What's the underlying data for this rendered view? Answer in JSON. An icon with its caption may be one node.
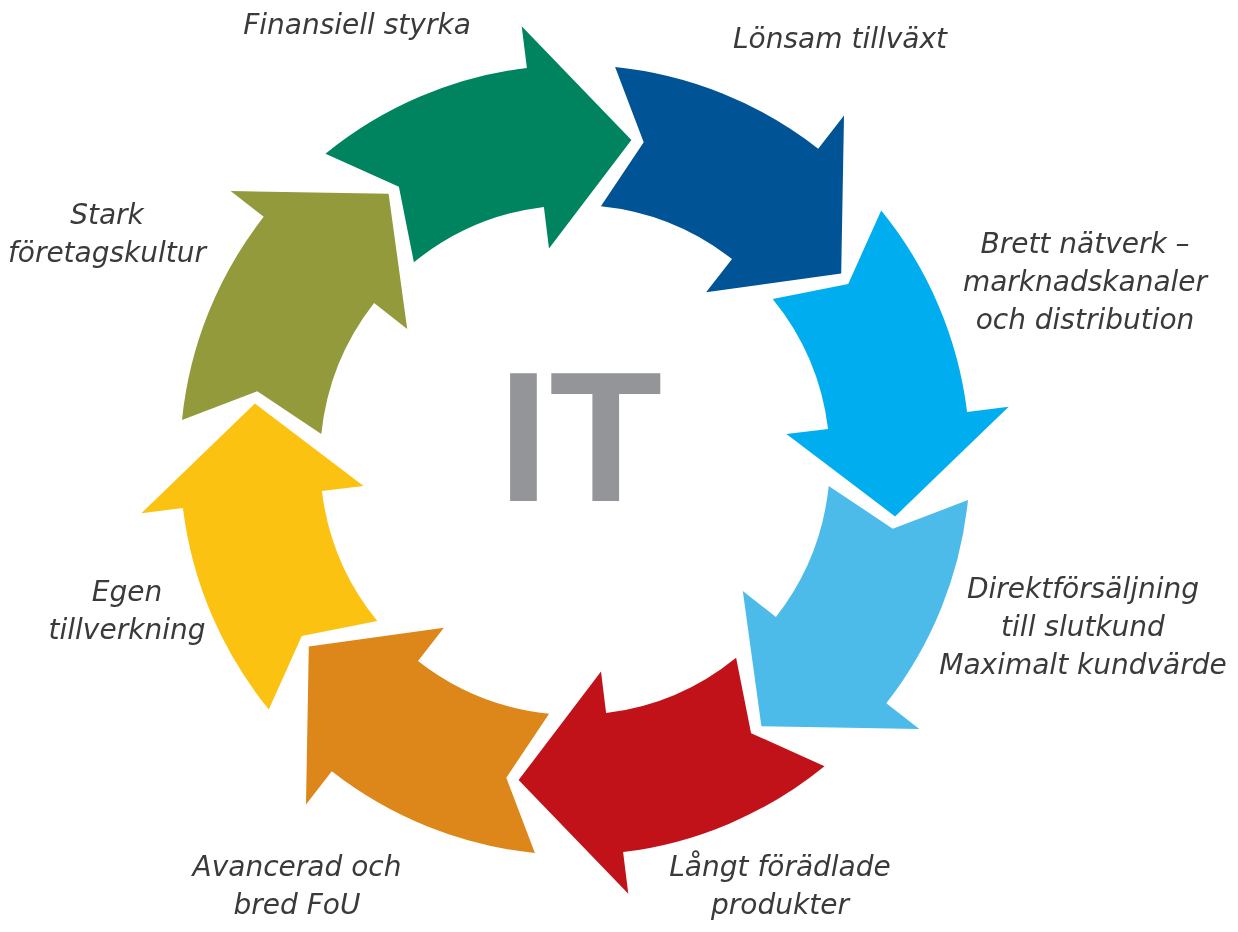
{
  "diagram": {
    "nodes": [
      {
        "text": [
          "Finansiell styrka"
        ]
      },
      {
        "text": [
          "Lönsam tillväxt"
        ]
      },
      {
        "text": [
          "Brett nätverk – marknadskanaler och distribution"
        ]
      },
      {
        "text": [
          "Direktförsäljning till slutkund",
          "Maximalt kundvärde"
        ]
      },
      {
        "text": [
          "Långt förädlade produkter"
        ]
      },
      {
        "text": [
          "Avancerad och bred FoU"
        ]
      },
      {
        "text": [
          "Egen tillverkning"
        ]
      },
      {
        "text": [
          "Stark företagskultur"
        ]
      }
    ],
    "labels": [
      "IT"
    ]
  }
}
